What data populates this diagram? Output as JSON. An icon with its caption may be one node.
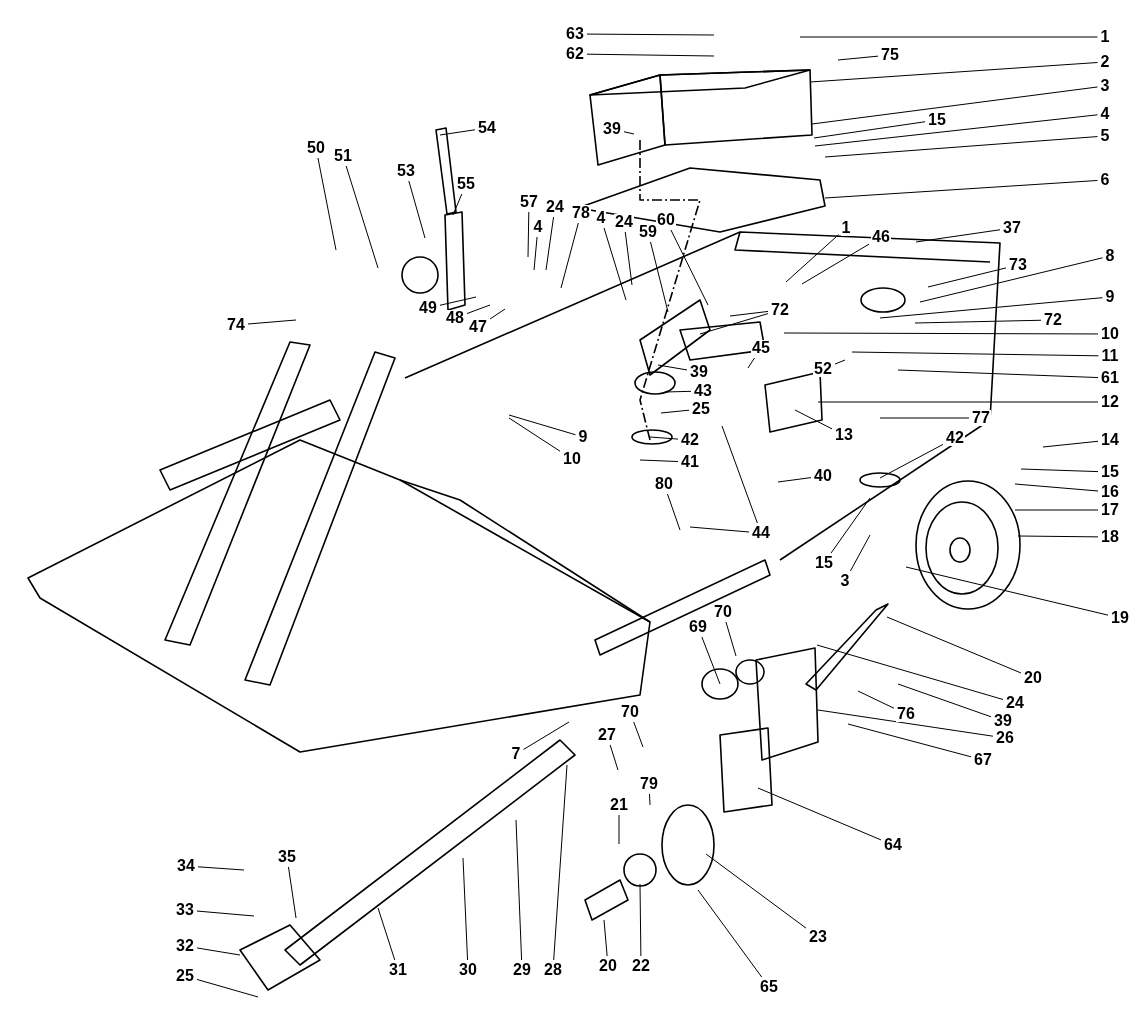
{
  "diagram": {
    "nodes": [
      {
        "text": [
          "63"
        ]
      },
      {
        "text": [
          "1"
        ]
      },
      {
        "text": [
          "62"
        ]
      },
      {
        "text": [
          "75"
        ]
      },
      {
        "text": [
          "2"
        ]
      },
      {
        "text": [
          "3"
        ]
      },
      {
        "text": [
          "4"
        ]
      },
      {
        "text": [
          "15"
        ]
      },
      {
        "text": [
          "54"
        ]
      },
      {
        "text": [
          "39"
        ]
      },
      {
        "text": [
          "5"
        ]
      },
      {
        "text": [
          "50"
        ]
      },
      {
        "text": [
          "51"
        ]
      },
      {
        "text": [
          "53"
        ]
      },
      {
        "text": [
          "6"
        ]
      },
      {
        "text": [
          "55"
        ]
      },
      {
        "text": [
          "57"
        ]
      },
      {
        "text": [
          "24"
        ]
      },
      {
        "text": [
          "78"
        ]
      },
      {
        "text": [
          "4"
        ]
      },
      {
        "text": [
          "24"
        ]
      },
      {
        "text": [
          "4"
        ]
      },
      {
        "text": [
          "60"
        ]
      },
      {
        "text": [
          "1"
        ]
      },
      {
        "text": [
          "37"
        ]
      },
      {
        "text": [
          "59"
        ]
      },
      {
        "text": [
          "46"
        ]
      },
      {
        "text": [
          "8"
        ]
      },
      {
        "text": [
          "73"
        ]
      },
      {
        "text": [
          "9"
        ]
      },
      {
        "text": [
          "49"
        ]
      },
      {
        "text": [
          "72"
        ]
      },
      {
        "text": [
          "48"
        ]
      },
      {
        "text": [
          "72"
        ]
      },
      {
        "text": [
          "74"
        ]
      },
      {
        "text": [
          "47"
        ]
      },
      {
        "text": [
          "10"
        ]
      },
      {
        "text": [
          "45"
        ]
      },
      {
        "text": [
          "11"
        ]
      },
      {
        "text": [
          "52"
        ]
      },
      {
        "text": [
          "39"
        ]
      },
      {
        "text": [
          "61"
        ]
      },
      {
        "text": [
          "43"
        ]
      },
      {
        "text": [
          "12"
        ]
      },
      {
        "text": [
          "25"
        ]
      },
      {
        "text": [
          "77"
        ]
      },
      {
        "text": [
          "13"
        ]
      },
      {
        "text": [
          "9"
        ]
      },
      {
        "text": [
          "42"
        ]
      },
      {
        "text": [
          "14"
        ]
      },
      {
        "text": [
          "42"
        ]
      },
      {
        "text": [
          "10"
        ]
      },
      {
        "text": [
          "41"
        ]
      },
      {
        "text": [
          "15"
        ]
      },
      {
        "text": [
          "40"
        ]
      },
      {
        "text": [
          "80"
        ]
      },
      {
        "text": [
          "16"
        ]
      },
      {
        "text": [
          "17"
        ]
      },
      {
        "text": [
          "44"
        ]
      },
      {
        "text": [
          "18"
        ]
      },
      {
        "text": [
          "15"
        ]
      },
      {
        "text": [
          "3"
        ]
      },
      {
        "text": [
          "70"
        ]
      },
      {
        "text": [
          "19"
        ]
      },
      {
        "text": [
          "69"
        ]
      },
      {
        "text": [
          "20"
        ]
      },
      {
        "text": [
          "24"
        ]
      },
      {
        "text": [
          "76"
        ]
      },
      {
        "text": [
          "39"
        ]
      },
      {
        "text": [
          "70"
        ]
      },
      {
        "text": [
          "26"
        ]
      },
      {
        "text": [
          "27"
        ]
      },
      {
        "text": [
          "7"
        ]
      },
      {
        "text": [
          "67"
        ]
      },
      {
        "text": [
          "79"
        ]
      },
      {
        "text": [
          "21"
        ]
      },
      {
        "text": [
          "64"
        ]
      },
      {
        "text": [
          "35"
        ]
      },
      {
        "text": [
          "34"
        ]
      },
      {
        "text": [
          "33"
        ]
      },
      {
        "text": [
          "23"
        ]
      },
      {
        "text": [
          "32"
        ]
      },
      {
        "text": [
          "20"
        ]
      },
      {
        "text": [
          "22"
        ]
      },
      {
        "text": [
          "31"
        ]
      },
      {
        "text": [
          "30"
        ]
      },
      {
        "text": [
          "29"
        ]
      },
      {
        "text": [
          "28"
        ]
      },
      {
        "text": [
          "25"
        ]
      },
      {
        "text": [
          "65"
        ]
      }
    ],
    "edges": [
      {
        "from": 0,
        "to": null,
        "arrow": "none"
      },
      {
        "from": 1,
        "to": null,
        "arrow": "none"
      },
      {
        "from": 2,
        "to": null,
        "arrow": "none"
      },
      {
        "from": 3,
        "to": null,
        "arrow": "none"
      },
      {
        "from": 4,
        "to": null,
        "arrow": "none"
      },
      {
        "from": 5,
        "to": null,
        "arrow": "none"
      },
      {
        "from": 6,
        "to": null,
        "arrow": "none"
      },
      {
        "from": 7,
        "to": null,
        "arrow": "none"
      },
      {
        "from": 8,
        "to": null,
        "arrow": "none"
      },
      {
        "from": 9,
        "to": null,
        "arrow": "none"
      },
      {
        "from": 10,
        "to": null,
        "arrow": "none"
      },
      {
        "from": 11,
        "to": null,
        "arrow": "none"
      },
      {
        "from": 12,
        "to": null,
        "arrow": "none"
      },
      {
        "from": 13,
        "to": null,
        "arrow": "none"
      },
      {
        "from": 14,
        "to": null,
        "arrow": "none"
      },
      {
        "from": 15,
        "to": null,
        "arrow": "none"
      },
      {
        "from": 16,
        "to": null,
        "arrow": "none"
      },
      {
        "from": 17,
        "to": null,
        "arrow": "none"
      },
      {
        "from": 18,
        "to": null,
        "arrow": "none"
      },
      {
        "from": 19,
        "to": null,
        "arrow": "none"
      },
      {
        "from": 20,
        "to": null,
        "arrow": "none"
      },
      {
        "from": 21,
        "to": null,
        "arrow": "none"
      },
      {
        "from": 22,
        "to": null,
        "arrow": "none"
      },
      {
        "from": 23,
        "to": null,
        "arrow": "none"
      },
      {
        "from": 24,
        "to": null,
        "arrow": "none"
      },
      {
        "from": 25,
        "to": null,
        "arrow": "none"
      },
      {
        "from": 26,
        "to": null,
        "arrow": "none"
      },
      {
        "from": 27,
        "to": null,
        "arrow": "none"
      },
      {
        "from": 28,
        "to": null,
        "arrow": "none"
      },
      {
        "from": 29,
        "to": null,
        "arrow": "none"
      },
      {
        "from": 30,
        "to": null,
        "arrow": "none"
      },
      {
        "from": 31,
        "to": null,
        "arrow": "none"
      },
      {
        "from": 31,
        "to": null,
        "arrow": "none"
      },
      {
        "from": 32,
        "to": null,
        "arrow": "none"
      },
      {
        "from": 33,
        "to": null,
        "arrow": "none"
      },
      {
        "from": 34,
        "to": null,
        "arrow": "none"
      },
      {
        "from": 35,
        "to": null,
        "arrow": "none"
      },
      {
        "from": 36,
        "to": null,
        "arrow": "none"
      },
      {
        "from": 37,
        "to": null,
        "arrow": "none"
      },
      {
        "from": 38,
        "to": null,
        "arrow": "none"
      },
      {
        "from": 39,
        "to": null,
        "arrow": "none"
      },
      {
        "from": 40,
        "to": null,
        "arrow": "none"
      },
      {
        "from": 41,
        "to": null,
        "arrow": "none"
      },
      {
        "from": 42,
        "to": null,
        "arrow": "none"
      },
      {
        "from": 43,
        "to": null,
        "arrow": "none"
      },
      {
        "from": 44,
        "to": null,
        "arrow": "none"
      },
      {
        "from": 45,
        "to": null,
        "arrow": "none"
      },
      {
        "from": 46,
        "to": null,
        "arrow": "none"
      },
      {
        "from": 47,
        "to": null,
        "arrow": "none"
      },
      {
        "from": 48,
        "to": null,
        "arrow": "none"
      },
      {
        "from": 49,
        "to": null,
        "arrow": "none"
      },
      {
        "from": 50,
        "to": null,
        "arrow": "none"
      },
      {
        "from": 51,
        "to": null,
        "arrow": "none"
      },
      {
        "from": 52,
        "to": null,
        "arrow": "none"
      },
      {
        "from": 53,
        "to": null,
        "arrow": "none"
      },
      {
        "from": 54,
        "to": null,
        "arrow": "none"
      },
      {
        "from": 55,
        "to": null,
        "arrow": "none"
      },
      {
        "from": 56,
        "to": null,
        "arrow": "none"
      },
      {
        "from": 57,
        "to": null,
        "arrow": "none"
      },
      {
        "from": 58,
        "to": null,
        "arrow": "none"
      },
      {
        "from": 58,
        "to": null,
        "arrow": "none"
      },
      {
        "from": 59,
        "to": null,
        "arrow": "none"
      },
      {
        "from": 60,
        "to": null,
        "arrow": "none"
      },
      {
        "from": 61,
        "to": null,
        "arrow": "none"
      },
      {
        "from": 62,
        "to": null,
        "arrow": "none"
      },
      {
        "from": 63,
        "to": null,
        "arrow": "none"
      },
      {
        "from": 64,
        "to": null,
        "arrow": "none"
      },
      {
        "from": 65,
        "to": null,
        "arrow": "none"
      },
      {
        "from": 66,
        "to": null,
        "arrow": "none"
      },
      {
        "from": 67,
        "to": null,
        "arrow": "none"
      },
      {
        "from": 68,
        "to": null,
        "arrow": "none"
      },
      {
        "from": 69,
        "to": null,
        "arrow": "none"
      },
      {
        "from": 70,
        "to": null,
        "arrow": "none"
      },
      {
        "from": 71,
        "to": null,
        "arrow": "none"
      },
      {
        "from": 72,
        "to": null,
        "arrow": "none"
      },
      {
        "from": 73,
        "to": null,
        "arrow": "none"
      },
      {
        "from": 74,
        "to": null,
        "arrow": "none"
      },
      {
        "from": 75,
        "to": null,
        "arrow": "none"
      },
      {
        "from": 76,
        "to": null,
        "arrow": "none"
      },
      {
        "from": 77,
        "to": null,
        "arrow": "none"
      },
      {
        "from": 78,
        "to": null,
        "arrow": "none"
      },
      {
        "from": 79,
        "to": null,
        "arrow": "none"
      },
      {
        "from": 80,
        "to": null,
        "arrow": "none"
      },
      {
        "from": 81,
        "to": null,
        "arrow": "none"
      },
      {
        "from": 82,
        "to": null,
        "arrow": "none"
      },
      {
        "from": 83,
        "to": null,
        "arrow": "none"
      },
      {
        "from": 84,
        "to": null,
        "arrow": "none"
      },
      {
        "from": 85,
        "to": null,
        "arrow": "none"
      },
      {
        "from": 86,
        "to": null,
        "arrow": "none"
      },
      {
        "from": 87,
        "to": null,
        "arrow": "none"
      },
      {
        "from": 88,
        "to": null,
        "arrow": "none"
      },
      {
        "from": 89,
        "to": null,
        "arrow": "none"
      }
    ]
  }
}
